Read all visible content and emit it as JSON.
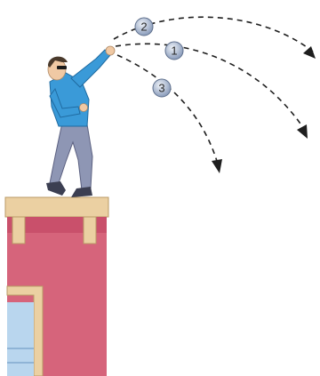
{
  "figure": {
    "balls": [
      {
        "id": "ball-2",
        "label": "2"
      },
      {
        "id": "ball-1",
        "label": "1"
      },
      {
        "id": "ball-3",
        "label": "3"
      }
    ],
    "colors": {
      "ball_fill": "#a9b8d0",
      "ball_stroke": "#5e6f8c",
      "jacket": "#3a9ad8",
      "trousers": "#8e96b4",
      "building_wall": "#d6647b",
      "building_ledge": "#ebd0a2",
      "window": "#b9d6ee",
      "trajectory": "#1e1e1e"
    }
  }
}
